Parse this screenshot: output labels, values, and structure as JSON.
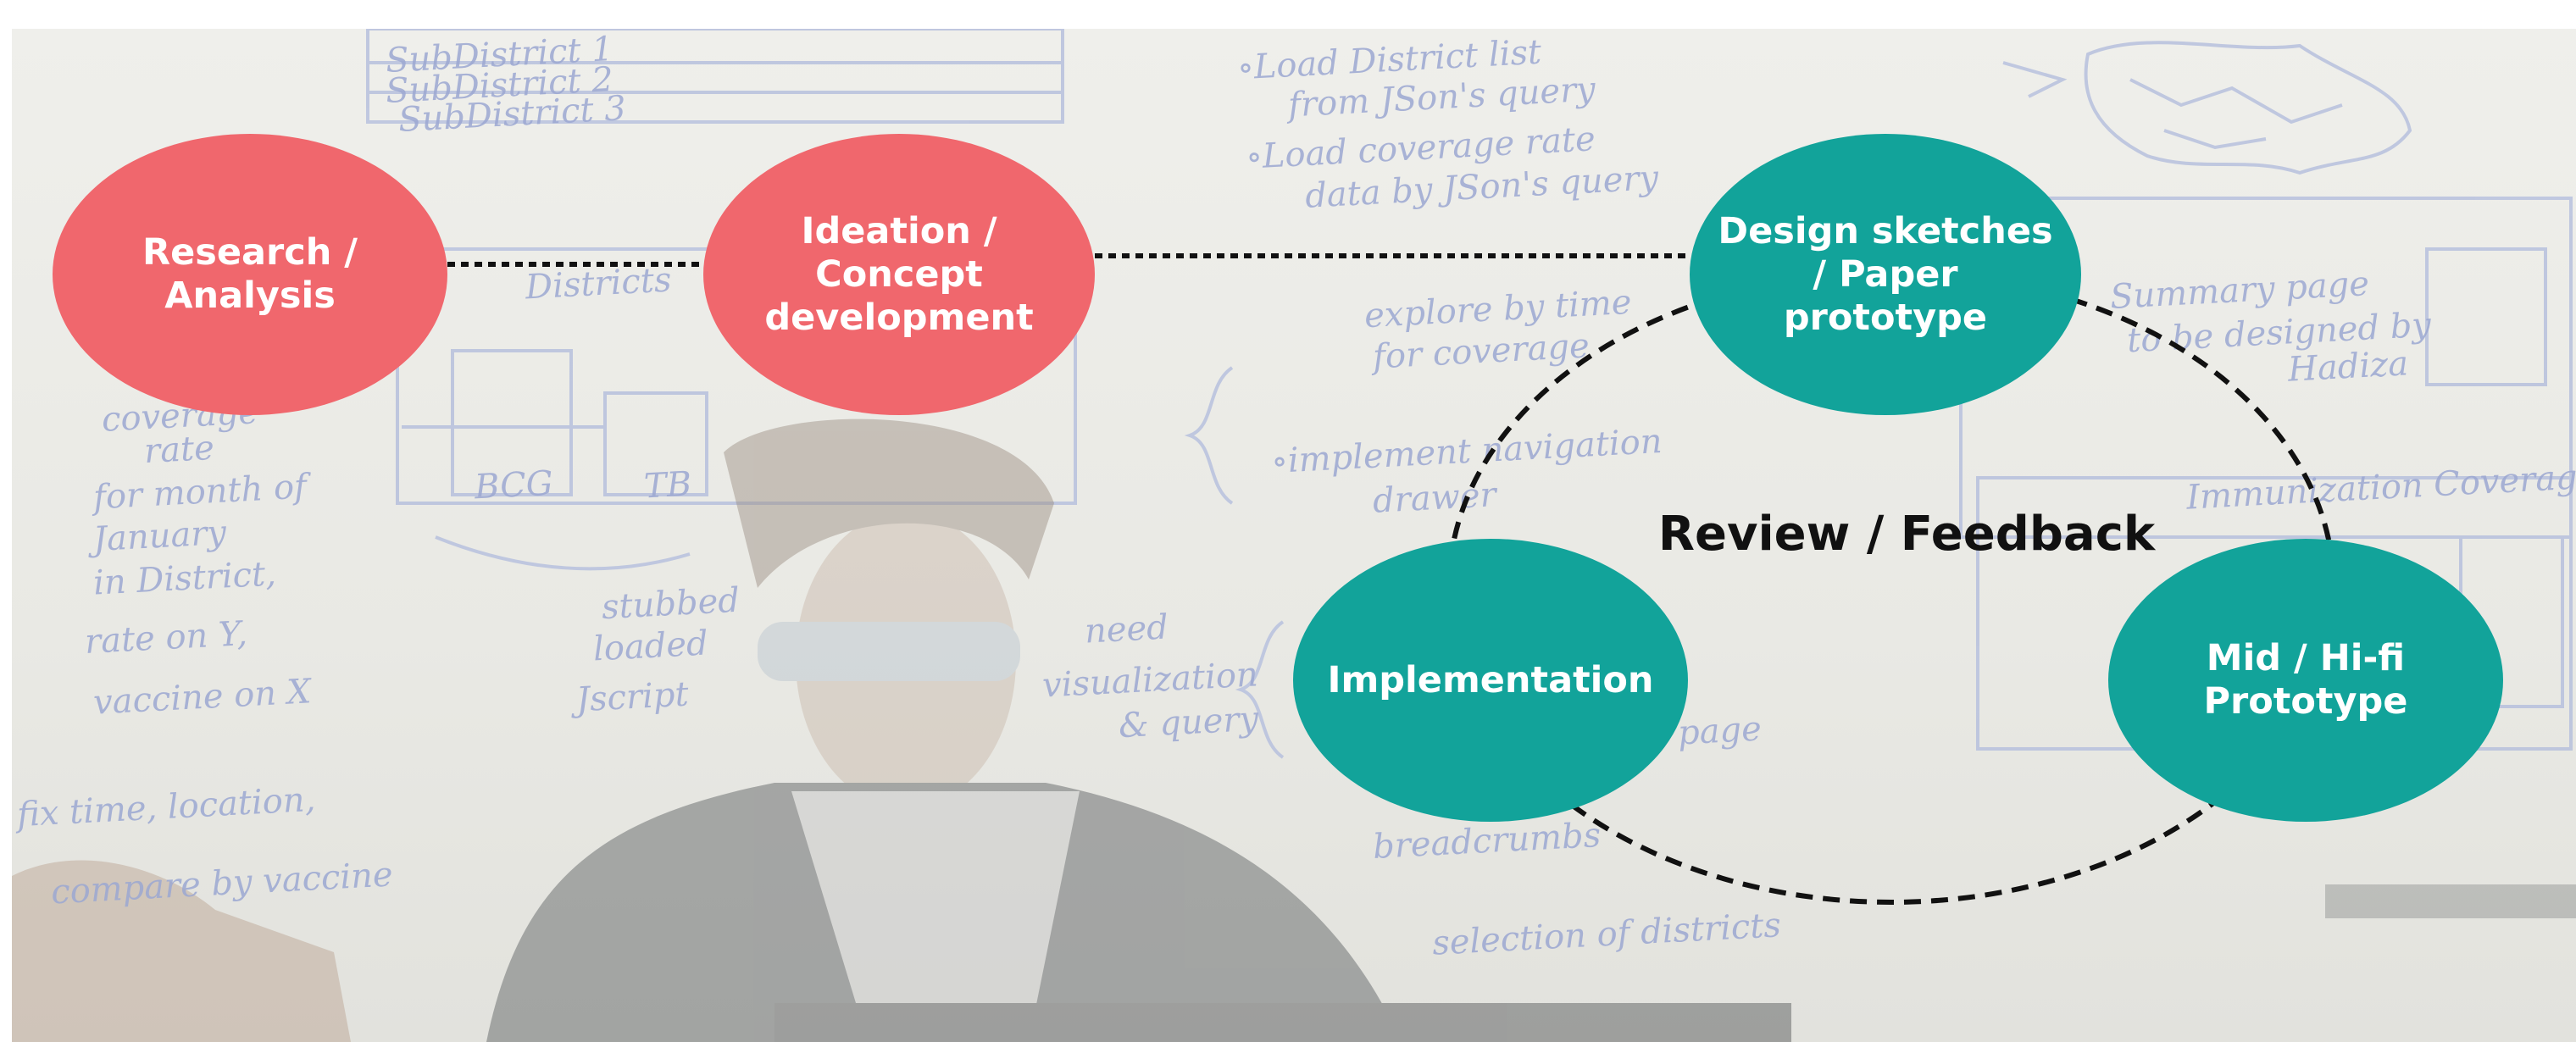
{
  "diagram": {
    "nodes": [
      {
        "id": "research",
        "label": "Research /\nAnalysis",
        "color": "#f0676d"
      },
      {
        "id": "ideation",
        "label": "Ideation /\nConcept\ndevelopment",
        "color": "#f0676d"
      },
      {
        "id": "design",
        "label": "Design sketches\n/ Paper\nprototype",
        "color": "#12a39a"
      },
      {
        "id": "implementation",
        "label": "Implementation",
        "color": "#12a39a"
      },
      {
        "id": "prototype",
        "label": "Mid / Hi-fi\nPrototype",
        "color": "#12a39a"
      }
    ],
    "cycle_label": "Review / Feedback",
    "connector_style": "dashed"
  },
  "whiteboard_text": [
    "SubDistrict 1",
    "SubDistrict 2",
    "SubDistrict 3",
    "∘Load District list",
    "from JSon's query",
    "∘Load coverage rate",
    "data by JSon's query",
    "Districts",
    "explore by time",
    "for coverage",
    "coverage",
    "rate",
    "for month of",
    "January",
    "in District,",
    "rate on Y,",
    "vaccine on X",
    "BCG",
    "TB",
    "stubbed",
    "loaded",
    "Jscript",
    "need",
    "visualization",
    "& query",
    "∘implement navigation",
    "drawer",
    "Summary page",
    "to be designed by",
    "Hadiza",
    "Immunization Coverage",
    "fix time, location,",
    "compare by vaccine",
    "page",
    "breadcrumbs",
    "selection of districts"
  ]
}
